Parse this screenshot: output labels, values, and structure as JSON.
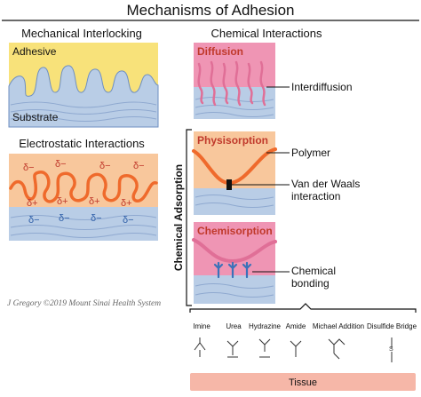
{
  "title": "Mechanisms of Adhesion",
  "sections": {
    "mechanical": {
      "heading": "Mechanical Interlocking",
      "adhesive_label": "Adhesive",
      "substrate_label": "Substrate"
    },
    "electrostatic": {
      "heading": "Electrostatic Interactions",
      "charges": {
        "delta_minus": "δ−",
        "delta_plus": "δ+"
      }
    },
    "chemical": {
      "heading": "Chemical Interactions",
      "group_label": "Chemical Adsorption",
      "panels": {
        "diffusion": {
          "label": "Diffusion",
          "callout": "Interdiffusion"
        },
        "physisorption": {
          "label": "Physisorption",
          "callout_polymer": "Polymer",
          "callout_vdw_line1": "Van der Waals",
          "callout_vdw_line2": "interaction"
        },
        "chemisorption": {
          "label": "Chemisorption",
          "callout_line1": "Chemical",
          "callout_line2": "bonding"
        }
      }
    }
  },
  "bonds": {
    "items": [
      "Imine",
      "Urea",
      "Hydrazine",
      "Amide",
      "Michael Addition",
      "Disulfide Bridge"
    ],
    "substrate_label": "Tissue"
  },
  "credit": "J Gregory ©2019 Mount Sinai Health System",
  "colors": {
    "adhesive_yellow": "#f8e27a",
    "substrate_blue": "#b9cde6",
    "substrate_line": "#8fa9d0",
    "wave_blue": "#a9c0e2",
    "orange_bg": "#f8c79c",
    "polymer_orange": "#ef6a2c",
    "pink_bg": "#ef95b4",
    "pink_dark": "#e06f97",
    "label_red": "#c0392b",
    "tissue": "#f6b7a8",
    "bond_blue": "#3b72b9"
  }
}
